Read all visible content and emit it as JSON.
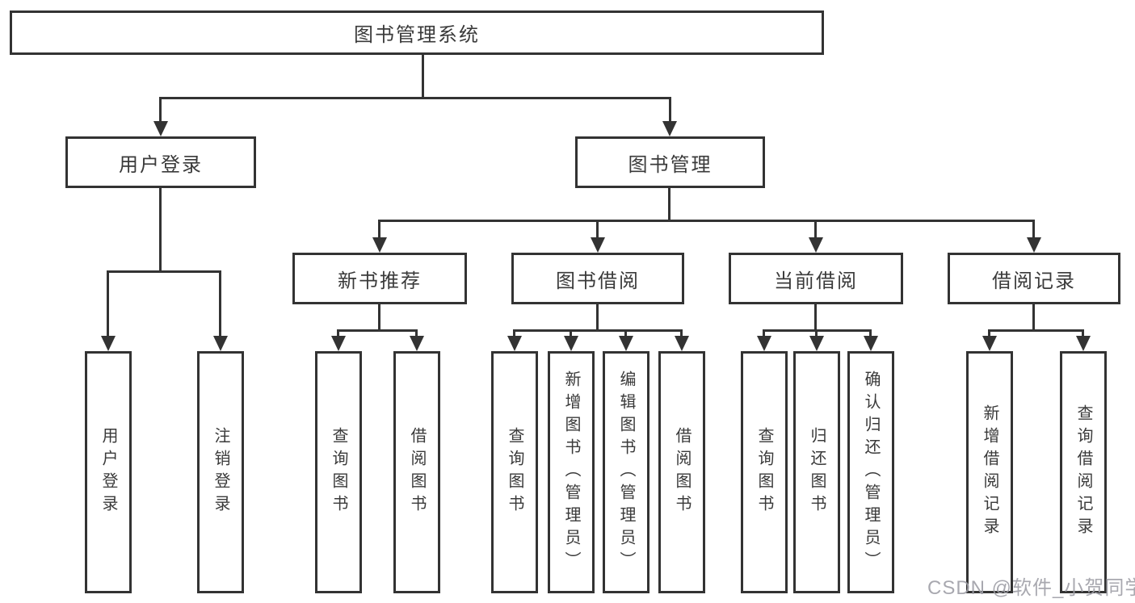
{
  "tree": {
    "label": "图书管理系统",
    "children": [
      {
        "label": "用户登录",
        "children": [
          {
            "label": "用户登录"
          },
          {
            "label": "注销登录"
          }
        ]
      },
      {
        "label": "图书管理",
        "children": [
          {
            "label": "新书推荐",
            "children": [
              {
                "label": "查询图书"
              },
              {
                "label": "借阅图书"
              }
            ]
          },
          {
            "label": "图书借阅",
            "children": [
              {
                "label": "查询图书"
              },
              {
                "label": "新增图书（管理员）"
              },
              {
                "label": "编辑图书（管理员）"
              },
              {
                "label": "借阅图书"
              }
            ]
          },
          {
            "label": "当前借阅",
            "children": [
              {
                "label": "查询图书"
              },
              {
                "label": "归还图书"
              },
              {
                "label": "确认归还（管理员）"
              }
            ]
          },
          {
            "label": "借阅记录",
            "children": [
              {
                "label": "新增借阅记录"
              },
              {
                "label": "查询借阅记录"
              }
            ]
          }
        ]
      }
    ]
  },
  "watermark": "CSDN @软件_小贺同学",
  "colors": {
    "line": "#333333",
    "text": "#3a3a3a",
    "watermark": "#9e9ea6",
    "background": "#ffffff"
  }
}
